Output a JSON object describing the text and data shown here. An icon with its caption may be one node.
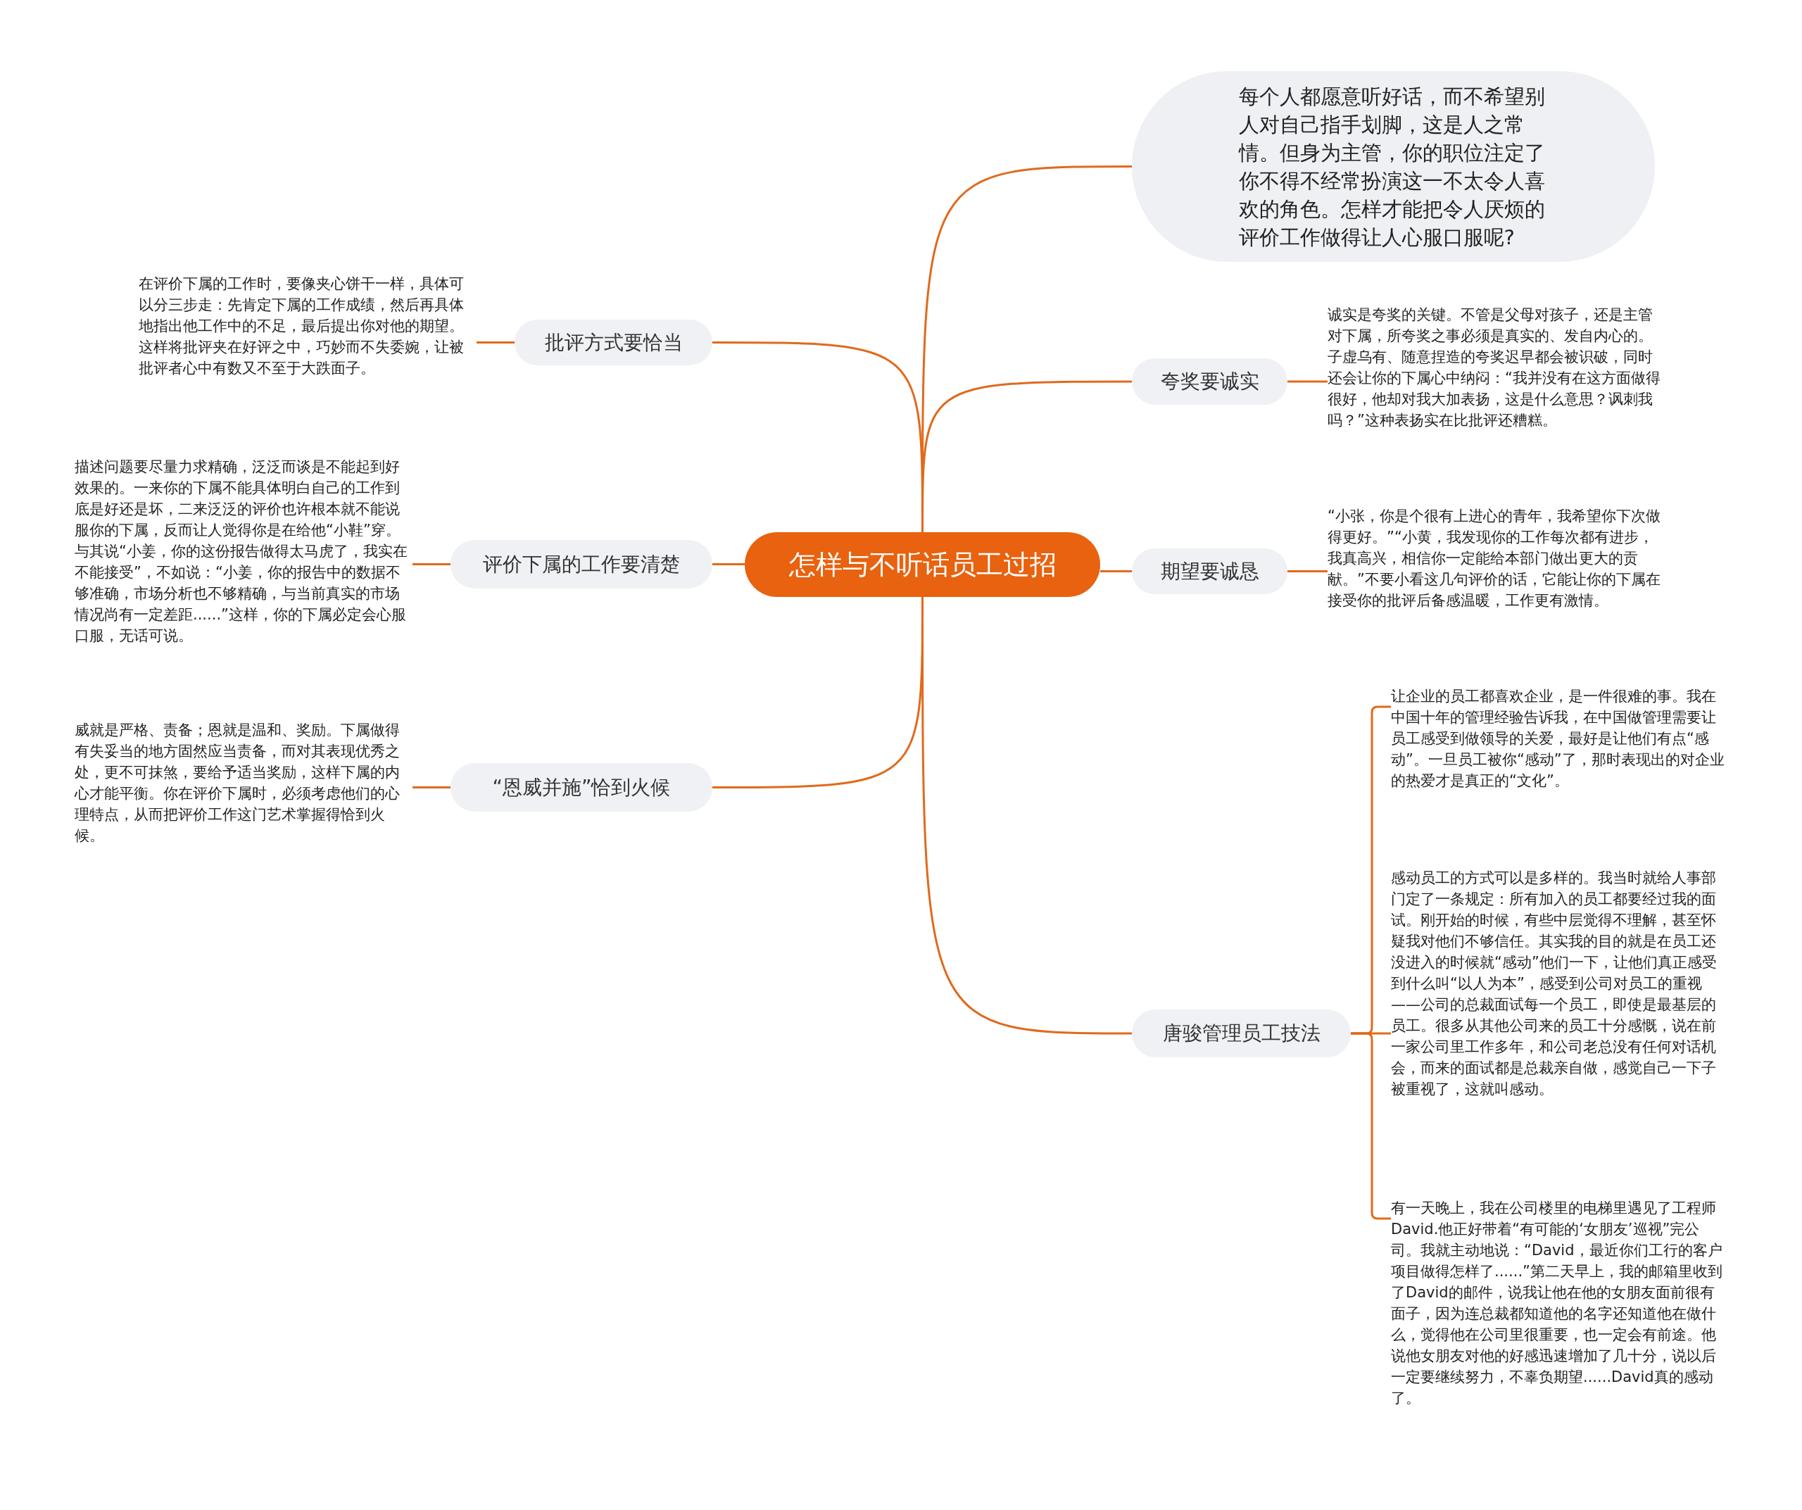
{
  "diagram": {
    "nodes": [
      {
        "text": [
          "怎样与不听话员工过招"
        ]
      },
      {
        "text": [
          "每个人都愿意听好话，而不希望别人对自己指手划脚，这是人之常情。但身为主管，你的职位注定了你不得不经常扮演这一不太令人喜欢的角色。怎样才能把令人厌烦的评价工作做得让人心服口服呢?"
        ]
      },
      {
        "text": [
          "批评方式要恰当"
        ]
      },
      {
        "text": [
          "在评价下属的工作时，要像夹心饼干一样，具体可以分三步走：先肯定下属的工作成绩，然后再具体地指出他工作中的不足，最后提出你对他的期望。这样将批评夹在好评之中，巧妙而不失委婉，让被批评者心中有数又不至于大跌面子。"
        ]
      },
      {
        "text": [
          "夸奖要诚实"
        ]
      },
      {
        "text": [
          "诚实是夸奖的关键。不管是父母对孩子，还是主管对下属，所夸奖之事必须是真实的、发自内心的。子虚乌有、随意捏造的夸奖迟早都会被识破，同时还会让你的下属心中纳闷：“我并没有在这方面做得很好，他却对我大加表扬，这是什么意思？讽刺我吗？”这种表扬实在比批评还糟糕。"
        ]
      },
      {
        "text": [
          "评价下属的工作要清楚"
        ]
      },
      {
        "text": [
          "描述问题要尽量力求精确，泛泛而谈是不能起到好效果的。一来你的下属不能具体明白自己的工作到底是好还是坏，二来泛泛的评价也许根本就不能说服你的下属，反而让人觉得你是在给他“小鞋”穿。与其说“小姜，你的这份报告做得太马虎了，我实在不能接受”，不如说：“小姜，你的报告中的数据不够准确，市场分析也不够精确，与当前真实的市场情况尚有一定差距......”这样，你的下属必定会心服口服，无话可说。"
        ]
      },
      {
        "text": [
          "期望要诚恳"
        ]
      },
      {
        "text": [
          "“小张，你是个很有上进心的青年，我希望你下次做得更好。”“小黄，我发现你的工作每次都有进步，我真高兴，相信你一定能给本部门做出更大的贡献。”不要小看这几句评价的话，它能让你的下属在接受你的批评后备感温暖，工作更有激情。"
        ]
      },
      {
        "text": [
          "“恩威并施”恰到火候"
        ]
      },
      {
        "text": [
          "威就是严格、责备；恩就是温和、奖励。下属做得有失妥当的地方固然应当责备，而对其表现优秀之处，更不可抹煞，要给予适当奖励，这样下属的内心才能平衡。你在评价下属时，必须考虑他们的心理特点，从而把评价工作这门艺术掌握得恰到火候。"
        ]
      },
      {
        "text": [
          "唐骏管理员工技法"
        ]
      },
      {
        "text": [
          "让企业的员工都喜欢企业，是一件很难的事。我在中国十年的管理经验告诉我，在中国做管理需要让员工感受到做领导的关爱，最好是让他们有点“感动”。一旦员工被你“感动”了，那时表现出的对企业的热爱才是真正的“文化”。"
        ]
      },
      {
        "text": [
          "感动员工的方式可以是多样的。我当时就给人事部门定了一条规定：所有加入的员工都要经过我的面试。刚开始的时候，有些中层觉得不理解，甚至怀疑我对他们不够信任。其实我的目的就是在员工还没进入的时候就“感动”他们一下，让他们真正感受到什么叫“以人为本”，感受到公司对员工的重视——公司的总裁面试每一个员工，即使是最基层的员工。很多从其他公司来的员工十分感慨，说在前一家公司里工作多年，和公司老总没有任何对话机会，而来的面试都是总裁亲自做，感觉自己一下子被重视了，这就叫感动。"
        ]
      },
      {
        "text": [
          "有一天晚上，我在公司楼里的电梯里遇见了工程师David.他正好带着“有可能的‘女朋友’巡视”完公司。我就主动地说：“David，最近你们工行的客户项目做得怎样了......”第二天早上，我的邮箱里收到了David的邮件，说我让他在他的女朋友面前很有面子，因为连总裁都知道他的名字还知道他在做什么，觉得他在公司里很重要，也一定会有前途。他说他女朋友对他的好感迅速增加了几十分，说以后一定要继续努力，不辜负期望......David真的感动了。"
        ]
      }
    ],
    "edges": [
      {
        "from": 0,
        "to": 1,
        "arrow": "none"
      },
      {
        "from": 0,
        "to": 2,
        "arrow": "none"
      },
      {
        "from": 0,
        "to": 4,
        "arrow": "none"
      },
      {
        "from": 0,
        "to": 6,
        "arrow": "none"
      },
      {
        "from": 0,
        "to": 8,
        "arrow": "none"
      },
      {
        "from": 0,
        "to": 10,
        "arrow": "none"
      },
      {
        "from": 0,
        "to": 12,
        "arrow": "none"
      },
      {
        "from": 2,
        "to": 3,
        "arrow": "none"
      },
      {
        "from": 4,
        "to": 5,
        "arrow": "none"
      },
      {
        "from": 6,
        "to": 7,
        "arrow": "none"
      },
      {
        "from": 8,
        "to": 9,
        "arrow": "none"
      },
      {
        "from": 10,
        "to": 11,
        "arrow": "none"
      },
      {
        "from": 12,
        "to": 13,
        "arrow": "none"
      },
      {
        "from": 12,
        "to": 14,
        "arrow": "none"
      },
      {
        "from": 12,
        "to": 15,
        "arrow": "none"
      }
    ]
  }
}
